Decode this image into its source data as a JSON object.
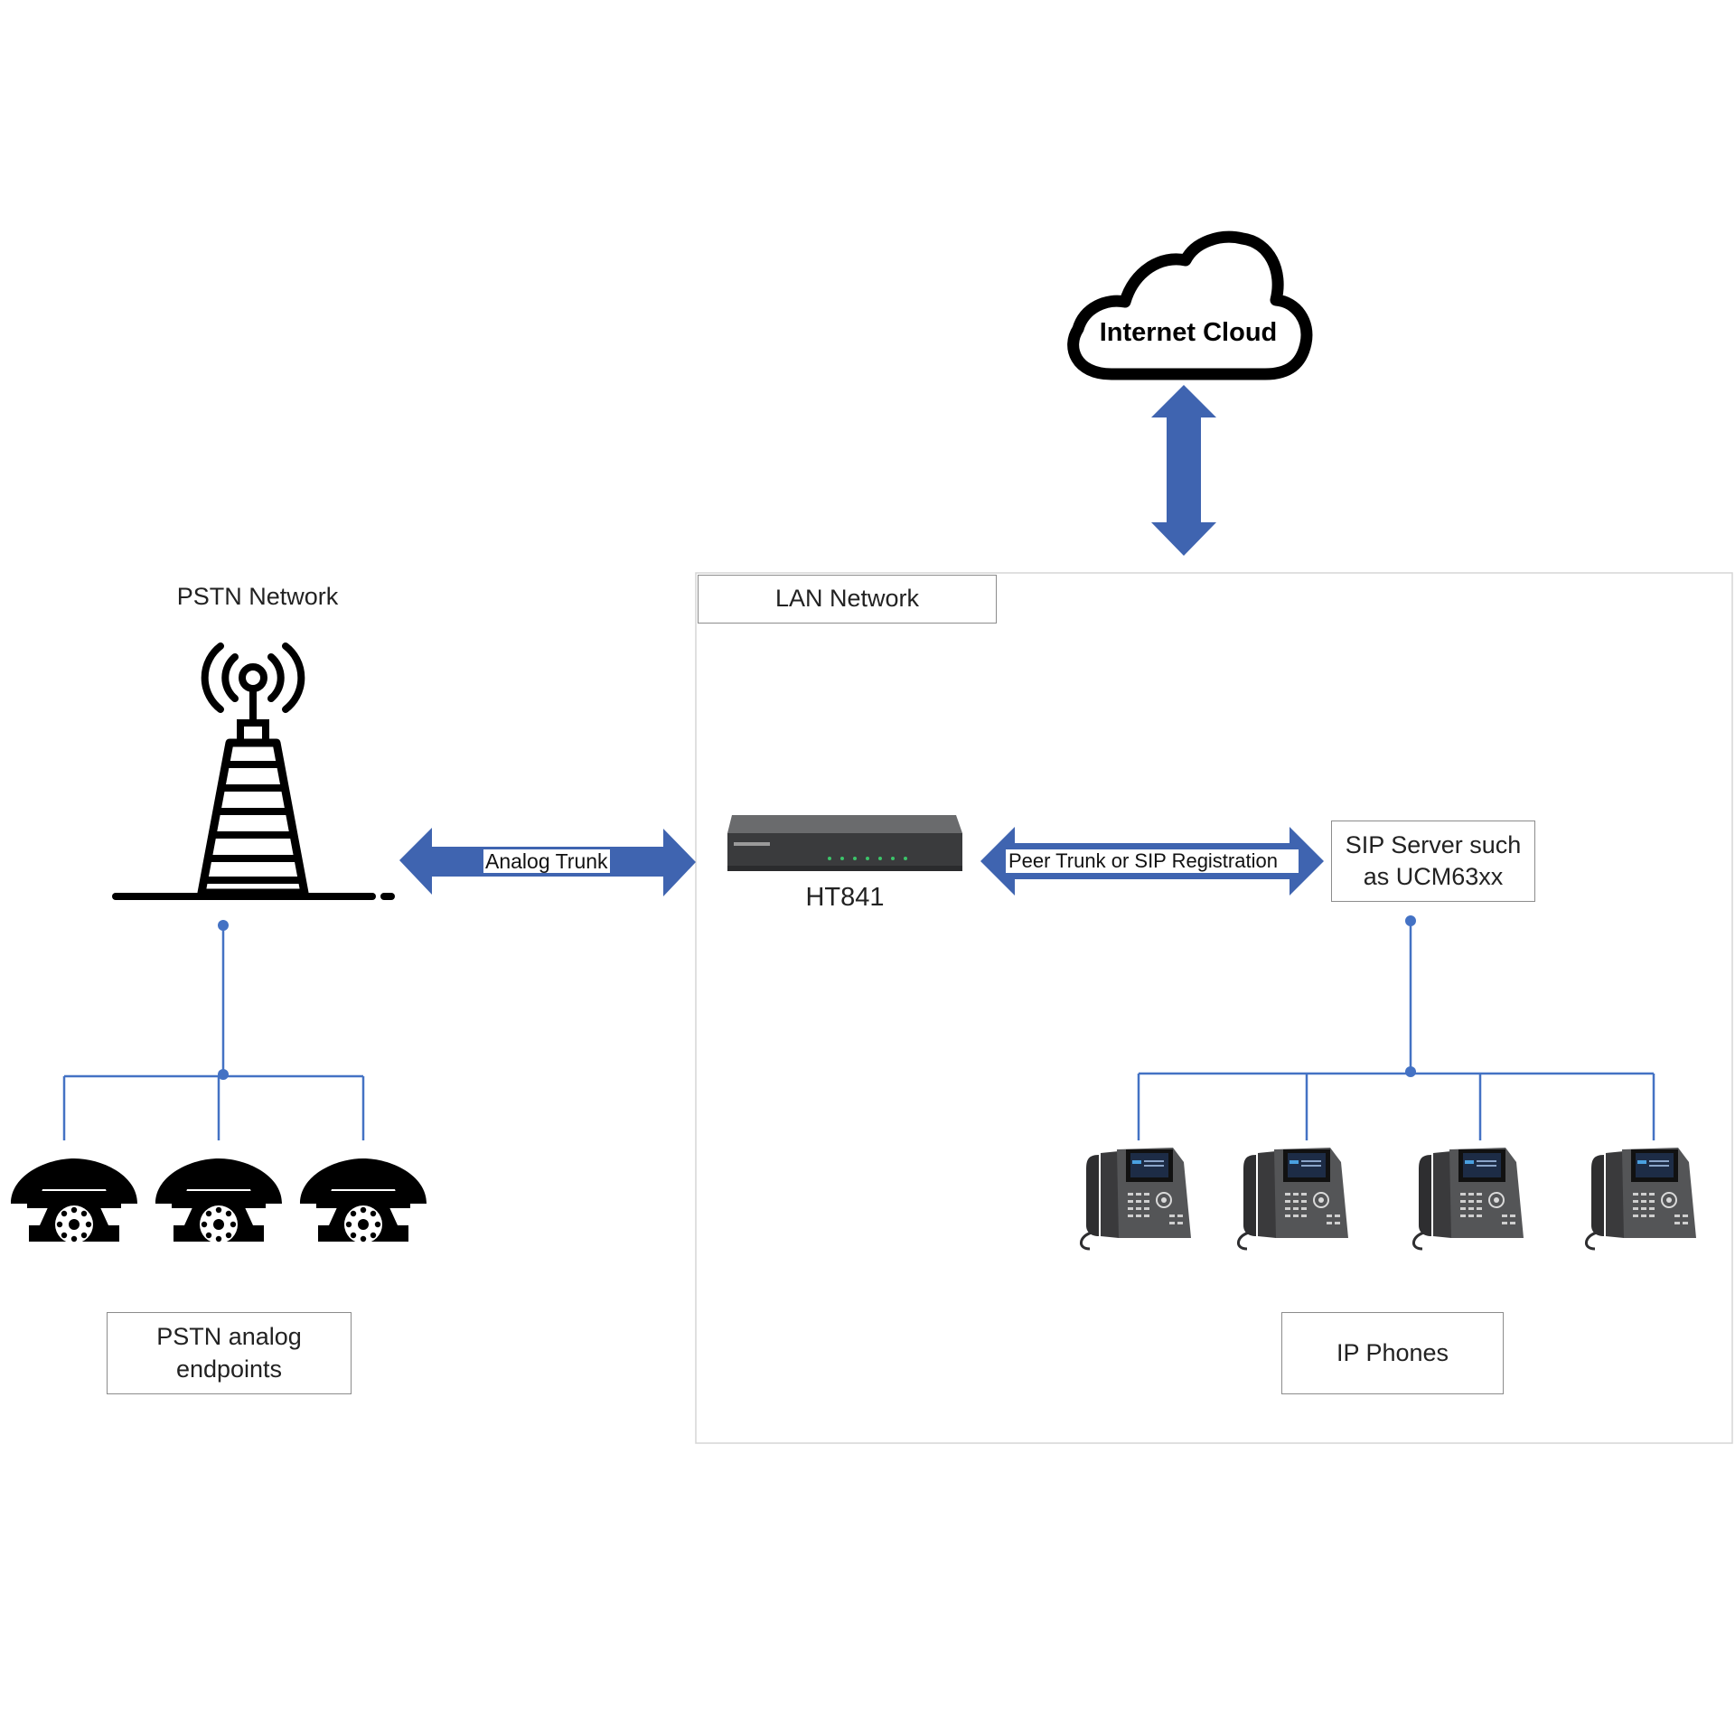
{
  "diagram": {
    "cloud": {
      "label": "Internet Cloud"
    },
    "pstn": {
      "title": "PSTN Network",
      "endpoints_line1": "PSTN analog",
      "endpoints_line2": "endpoints"
    },
    "lan": {
      "title": "LAN Network"
    },
    "device": {
      "label": "HT841"
    },
    "links": {
      "analog": "Analog Trunk",
      "sip": "Peer Trunk or SIP Registration"
    },
    "sip_server": {
      "line1": "SIP Server such",
      "line2": "as UCM63xx"
    },
    "ip_phones": {
      "label": "IP Phones"
    },
    "colors": {
      "arrow": "#3f64b0",
      "line": "#4472c4",
      "box_border": "#8c8c8c",
      "icon": "#000000"
    }
  }
}
